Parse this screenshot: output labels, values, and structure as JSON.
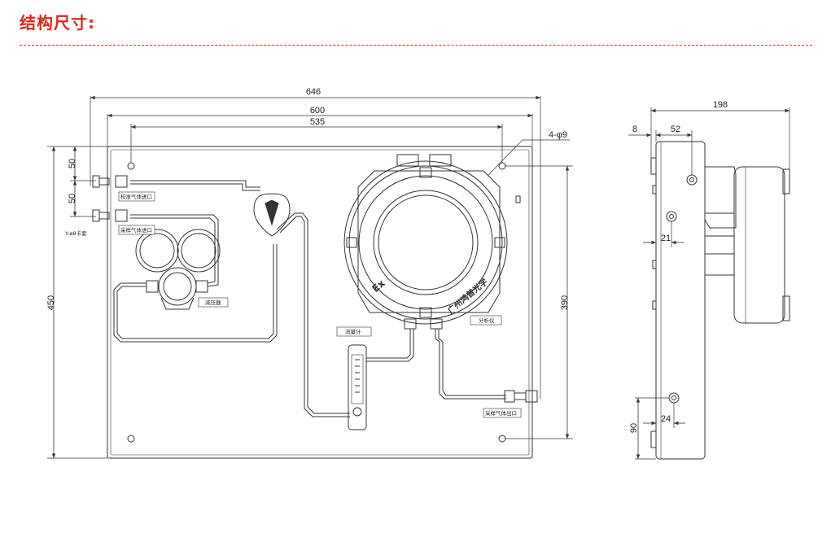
{
  "heading": "结构尺寸:",
  "colors": {
    "accent": "#e0261a",
    "line": "#333333"
  },
  "front_view": {
    "dimensions": {
      "overall_width": "646",
      "width_600": "600",
      "width_535": "535",
      "overall_height": "450",
      "height_390": "390",
      "spacing_50_a": "50",
      "spacing_50_b": "50",
      "hole_spec": "4-φ9"
    },
    "labels": {
      "calib_gas_inlet": "校准气体进口",
      "sample_gas_inlet": "采样气体进口",
      "y_fitting": "Y-ø8卡套",
      "pressure_reducer": "减压器",
      "flowmeter": "流量计",
      "analyzer": "分析仪",
      "sample_gas_outlet": "采样气体出口",
      "ex_mark": "Ex",
      "housing_text": "广州鸿普光学"
    }
  },
  "side_view": {
    "dimensions": {
      "depth": "198",
      "offset_8": "8",
      "offset_52": "52",
      "offset_21": "21",
      "offset_24": "24",
      "height_90": "90"
    }
  }
}
